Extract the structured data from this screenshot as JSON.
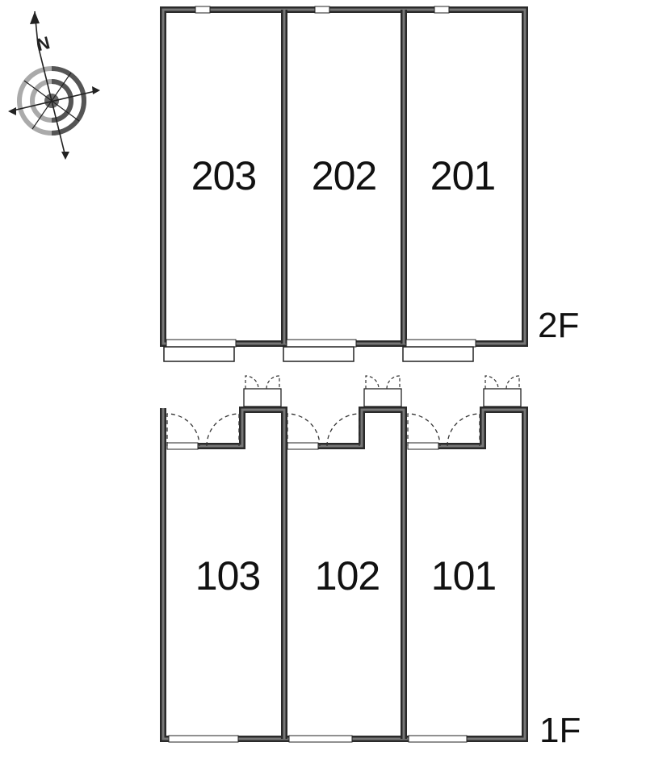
{
  "compass": {
    "north_letter": "N",
    "icon": "compass-rose-icon"
  },
  "floors": [
    {
      "label": "2F",
      "units": [
        {
          "number": "203"
        },
        {
          "number": "202"
        },
        {
          "number": "201"
        }
      ]
    },
    {
      "label": "1F",
      "units": [
        {
          "number": "103"
        },
        {
          "number": "102"
        },
        {
          "number": "101"
        }
      ]
    }
  ],
  "colors": {
    "wall_fill": "#555555",
    "wall_stroke": "#222222",
    "compass_gray": "#9a9a9a",
    "line": "#333333"
  }
}
